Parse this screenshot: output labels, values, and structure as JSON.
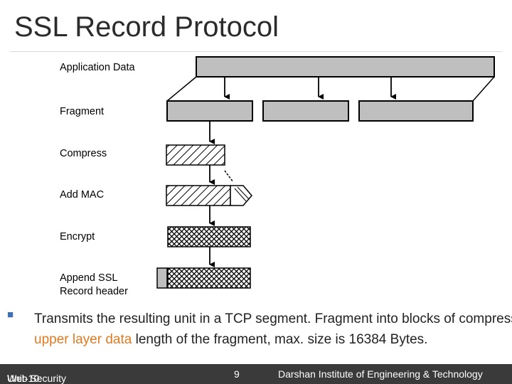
{
  "slide": {
    "title": "SSL Record Protocol"
  },
  "diagram": {
    "stages": [
      "Application Data",
      "Fragment",
      "Compress",
      "Add MAC",
      "Encrypt",
      "Append SSL",
      "Record header"
    ]
  },
  "body": {
    "line1": "Transmits the resulting unit in a TCP segment. Fragment into blocks of compressed",
    "line2_prefix": "length of the fragment, max. size is 16384 Bytes.",
    "line2_highlight": "upper layer data"
  },
  "footer": {
    "unit_prefix": "Unit-10:",
    "unit_name": "Web Security",
    "page_number": "9",
    "institute": "Darshan Institute of Engineering & Technology"
  },
  "colors": {
    "accent": "#3f6fb6",
    "highlight": "#e07b22",
    "footer_bg": "#3a3a3a",
    "box_fill": "#bfbfbf"
  }
}
